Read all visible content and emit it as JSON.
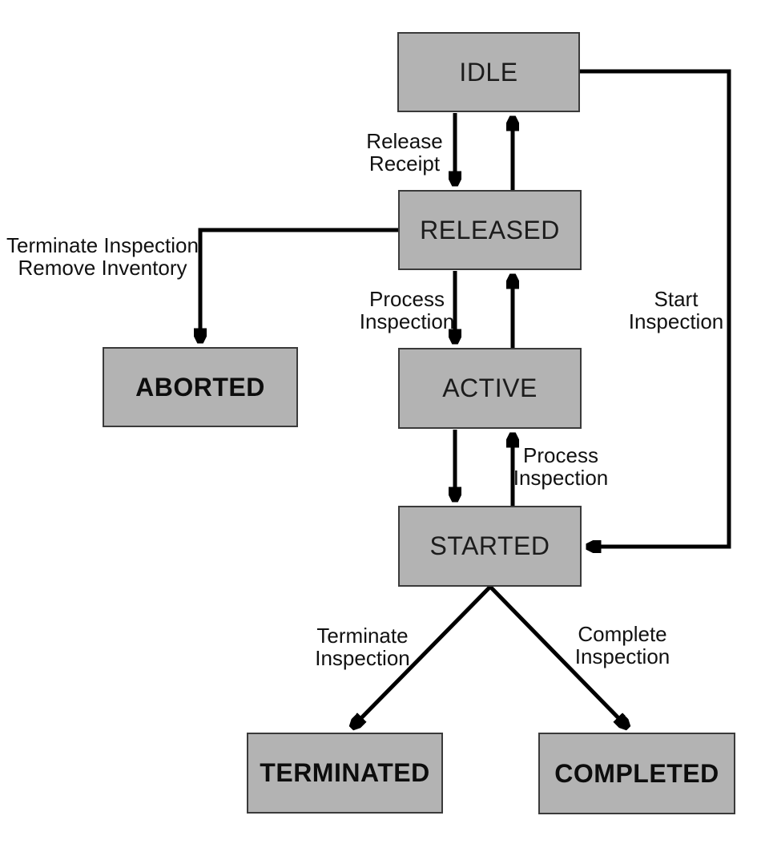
{
  "diagram": {
    "type": "state-transition-diagram",
    "background_color": "#ffffff",
    "box_fill_color": "#b3b3b3",
    "box_border_color": "#3a3a3a",
    "arrow_color": "#000000",
    "text_color": "#111111",
    "states": {
      "idle": {
        "label": "IDLE",
        "emphasis": "normal"
      },
      "released": {
        "label": "RELEASED",
        "emphasis": "normal"
      },
      "active": {
        "label": "ACTIVE",
        "emphasis": "normal"
      },
      "started": {
        "label": "STARTED",
        "emphasis": "normal"
      },
      "aborted": {
        "label": "ABORTED",
        "emphasis": "bold"
      },
      "terminated": {
        "label": "TERMINATED",
        "emphasis": "bold"
      },
      "completed": {
        "label": "COMPLETED",
        "emphasis": "bold"
      }
    },
    "transitions": {
      "idle_to_released": {
        "from": "IDLE",
        "to": "RELEASED",
        "label": "Release\nReceipt"
      },
      "released_to_idle": {
        "from": "RELEASED",
        "to": "IDLE",
        "label": ""
      },
      "released_to_active": {
        "from": "RELEASED",
        "to": "ACTIVE",
        "label": "Process\nInspection"
      },
      "active_to_released": {
        "from": "ACTIVE",
        "to": "RELEASED",
        "label": ""
      },
      "active_to_started": {
        "from": "ACTIVE",
        "to": "STARTED",
        "label": ""
      },
      "started_to_active": {
        "from": "STARTED",
        "to": "ACTIVE",
        "label": "Process\nInspection"
      },
      "idle_to_started": {
        "from": "IDLE",
        "to": "STARTED",
        "label": "Start\nInspection"
      },
      "released_to_aborted": {
        "from": "RELEASED",
        "to": "ABORTED",
        "label": "Terminate Inspection\nRemove Inventory"
      },
      "started_to_terminated": {
        "from": "STARTED",
        "to": "TERMINATED",
        "label": "Terminate\nInspection"
      },
      "started_to_completed": {
        "from": "STARTED",
        "to": "COMPLETED",
        "label": "Complete\nInspection"
      }
    }
  }
}
